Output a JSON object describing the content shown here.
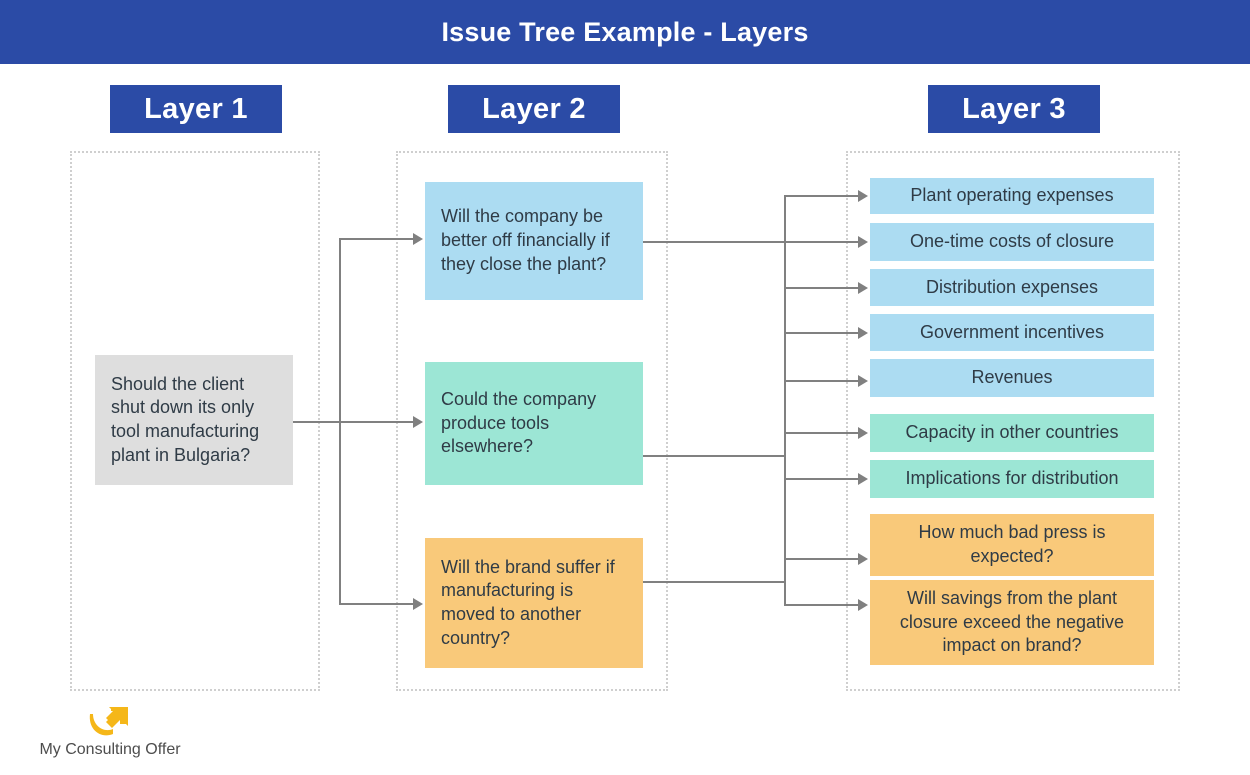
{
  "header": {
    "title": "Issue Tree Example - Layers",
    "background_color": "#2B4BA6",
    "text_color": "#ffffff"
  },
  "layers": [
    {
      "badge": "Layer 1"
    },
    {
      "badge": "Layer 2"
    },
    {
      "badge": "Layer 3"
    }
  ],
  "colors": {
    "brand_blue": "#2B4BA6",
    "node_gray": "#DEDEDE",
    "node_blue": "#ACDCF2",
    "node_teal": "#9CE6D5",
    "node_orange": "#F9C97A",
    "connector_gray": "#808080",
    "column_border": "#cfcfcf",
    "logo_gold": "#F5B719"
  },
  "layer1": {
    "root": "Should the client shut down its only tool manufacturing plant in Bulgaria?"
  },
  "layer2": {
    "nodes": [
      {
        "text": "Will the company be better off financially if they close the plant?",
        "color": "#ACDCF2"
      },
      {
        "text": "Could the company produce tools elsewhere?",
        "color": "#9CE6D5"
      },
      {
        "text": "Will the brand suffer if manufacturing is moved to another country?",
        "color": "#F9C97A"
      }
    ]
  },
  "layer3": {
    "nodes": [
      {
        "text": "Plant operating expenses",
        "color": "#ACDCF2",
        "parent": 0
      },
      {
        "text": "One-time costs of closure",
        "color": "#ACDCF2",
        "parent": 0
      },
      {
        "text": "Distribution expenses",
        "color": "#ACDCF2",
        "parent": 0
      },
      {
        "text": "Government incentives",
        "color": "#ACDCF2",
        "parent": 0
      },
      {
        "text": "Revenues",
        "color": "#ACDCF2",
        "parent": 0
      },
      {
        "text": "Capacity in other countries",
        "color": "#9CE6D5",
        "parent": 1
      },
      {
        "text": "Implications for distribution",
        "color": "#9CE6D5",
        "parent": 1
      },
      {
        "text": "How much bad press is expected?",
        "color": "#F9C97A",
        "parent": 2
      },
      {
        "text": "Will savings from the plant closure exceed the negative impact on brand?",
        "color": "#F9C97A",
        "parent": 2
      }
    ]
  },
  "footer": {
    "logo_icon": "curved-arrow-icon",
    "brand_name": "My Consulting Offer"
  }
}
